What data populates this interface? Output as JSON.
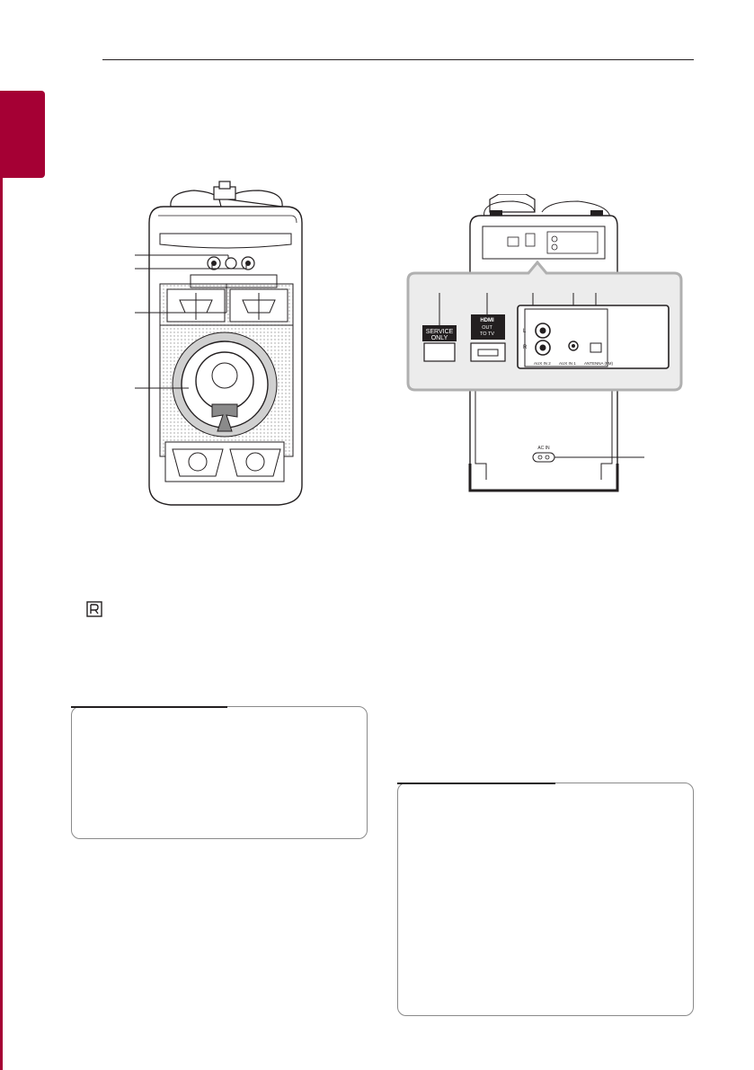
{
  "page": {
    "page_number": "",
    "chapter_tab_color": "#a50034"
  },
  "front_panel": {
    "callouts": 4
  },
  "rear_panel": {
    "service_label_line1": "SERVICE",
    "service_label_line2": "ONLY",
    "hdmi_logo": "HDMI",
    "hdmi_label_line1": "OUT",
    "hdmi_label_line2": "TO TV",
    "aux_in2_label": "AUX IN 2",
    "aux_in1_label": "AUX IN 1",
    "antenna_label": "ANTENNA (FM)",
    "channel_left": "L",
    "channel_right": "R",
    "ac_in_label": "AC IN"
  },
  "icons": {
    "mark": "r-mark-icon"
  }
}
